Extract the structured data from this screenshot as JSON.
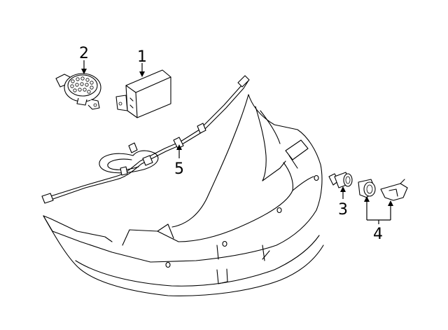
{
  "callouts": {
    "c1": "1",
    "c2": "2",
    "c3": "3",
    "c4": "4",
    "c5": "5"
  },
  "icons": [
    "speaker-icon",
    "control-module-icon",
    "wiring-harness-icon",
    "sensor-icon",
    "bumper-cover-icon"
  ],
  "colors": {
    "line": "#000000",
    "background": "#ffffff"
  }
}
